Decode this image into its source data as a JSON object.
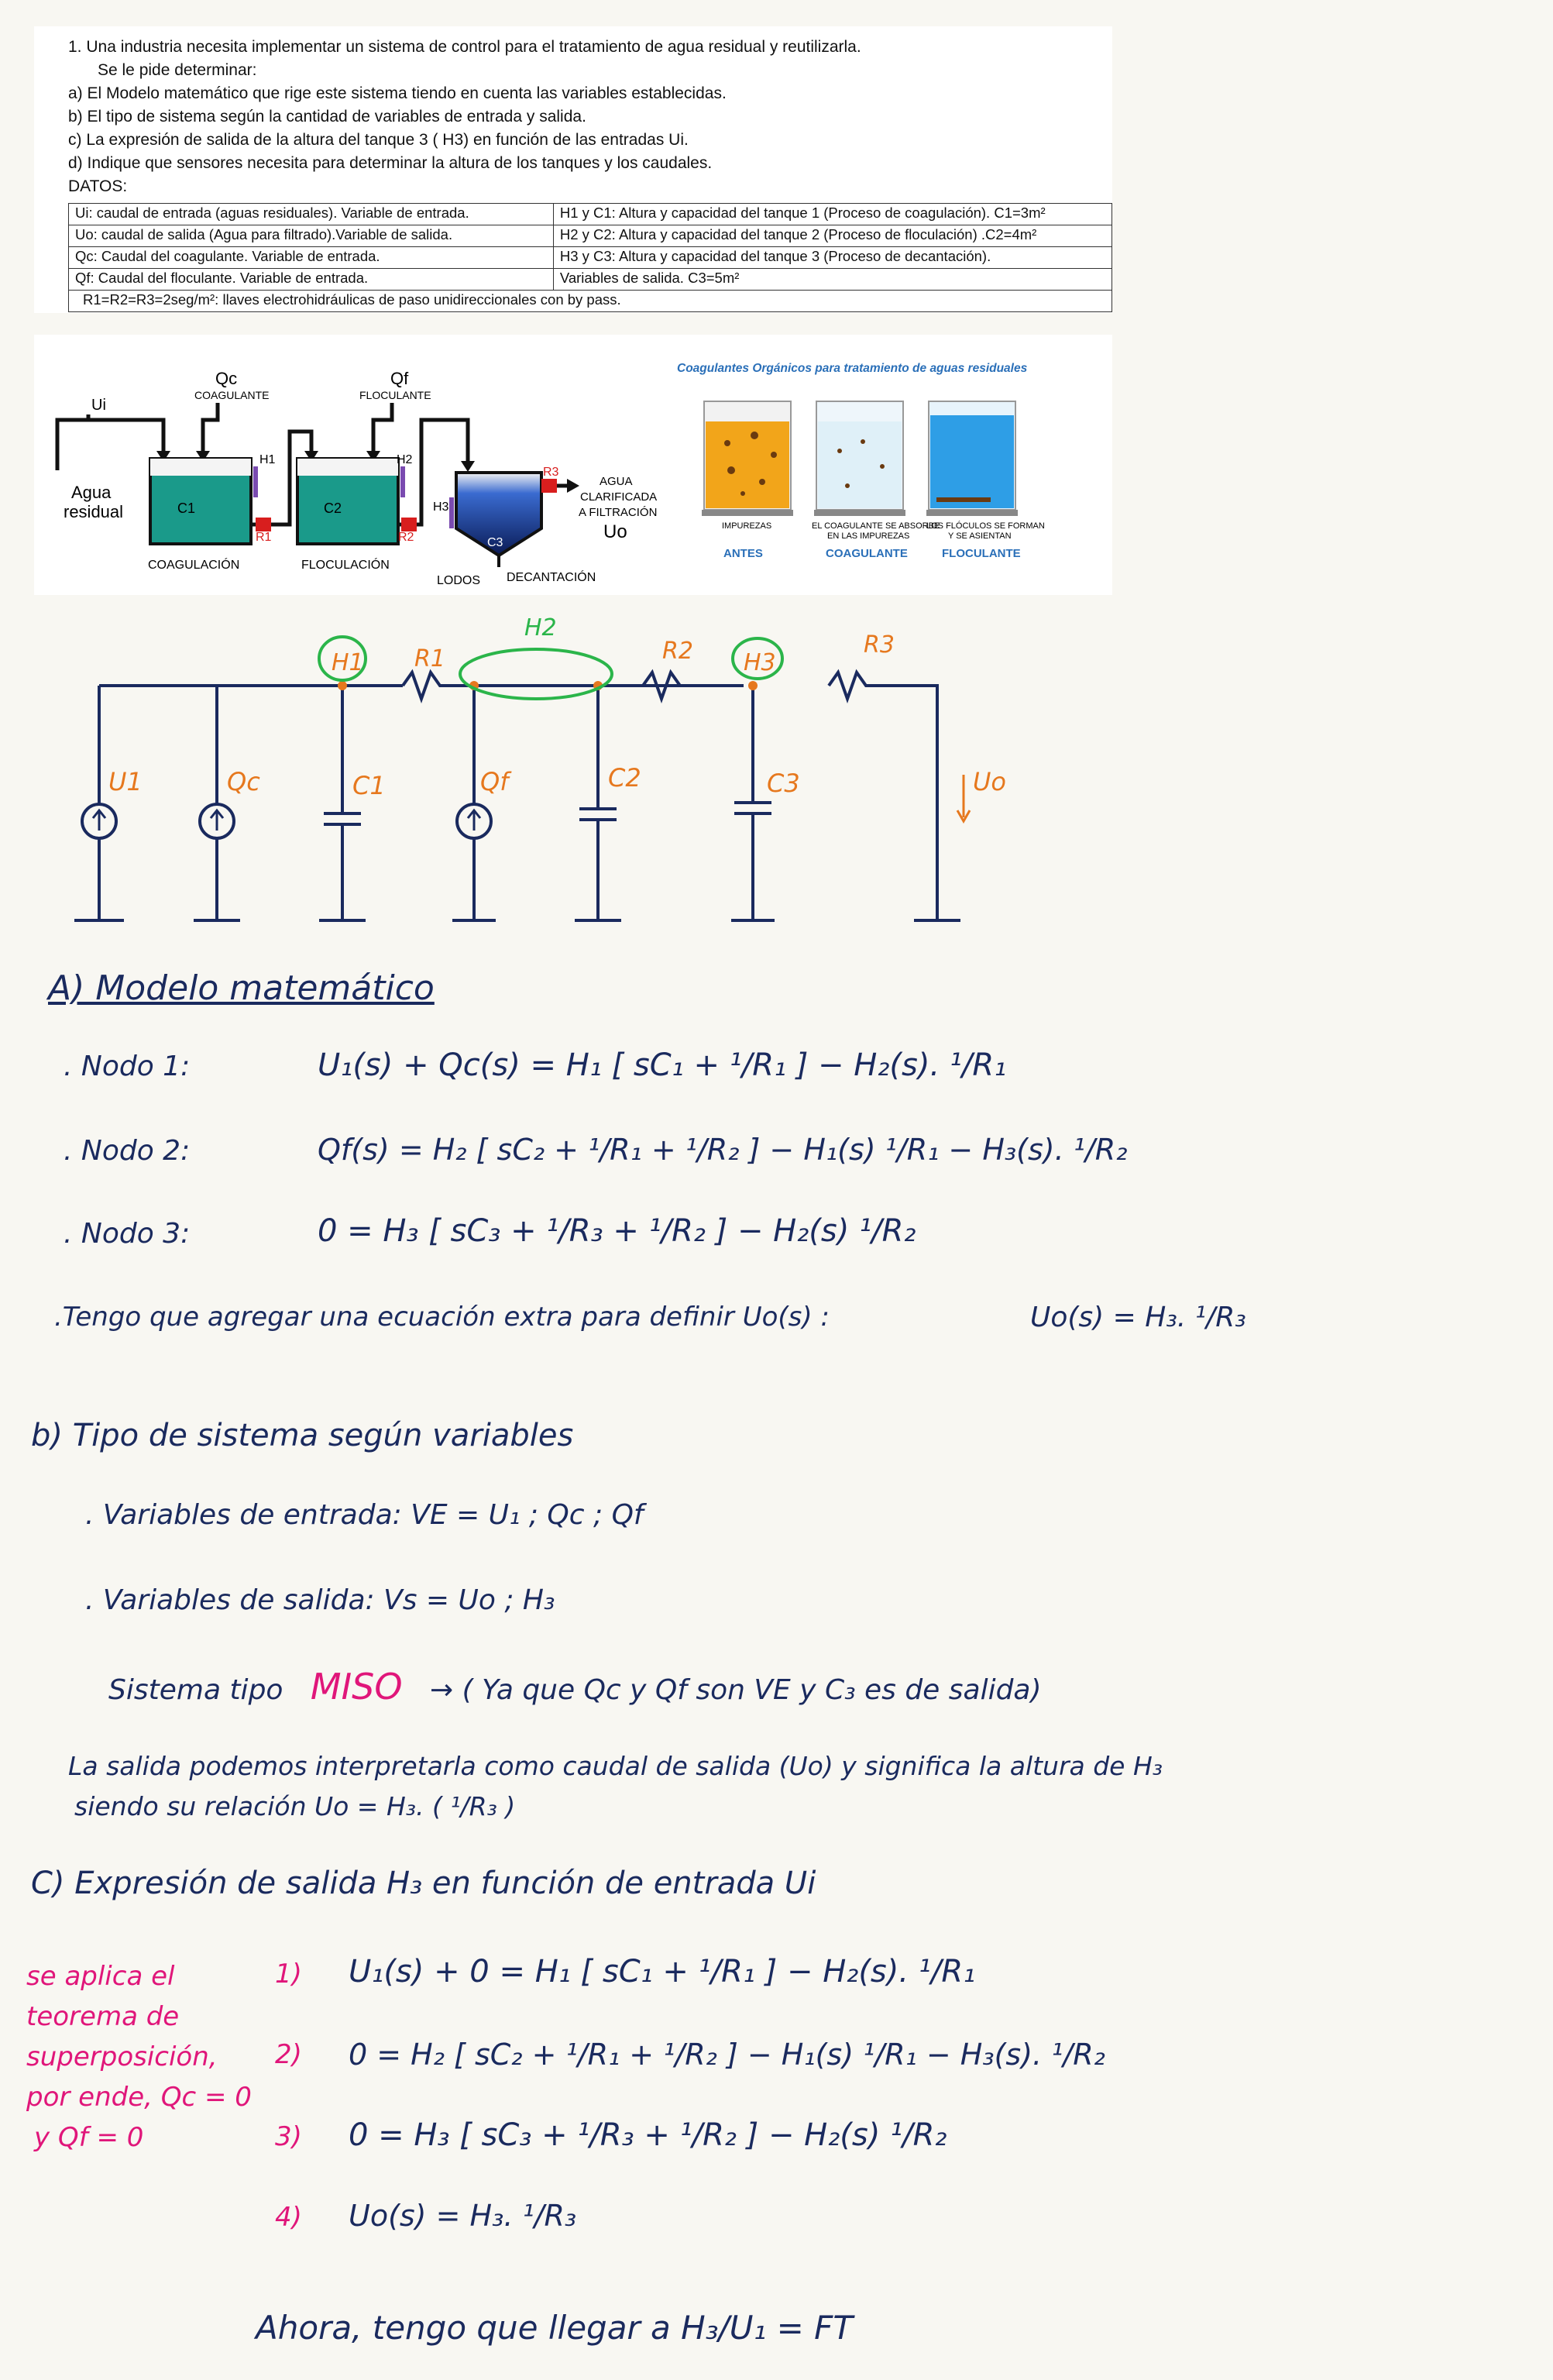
{
  "problem": {
    "lines": [
      "1.    Una industria necesita implementar un sistema de control para el tratamiento de agua residual y reutilizarla.",
      "Se le pide determinar:",
      "a) El Modelo matemático que rige este sistema tiendo en cuenta las variables establecidas.",
      "b) El tipo de sistema según la cantidad de variables de entrada y salida.",
      "c)  La expresión de salida de la altura del tanque 3 ( H3) en función de las entradas Ui.",
      "d) Indique que sensores necesita para determinar la altura de los tanques y los caudales.",
      "DATOS:"
    ],
    "table": [
      [
        "Ui: caudal de entrada (aguas residuales). Variable de entrada.",
        "H1 y C1: Altura y capacidad del tanque 1 (Proceso de coagulación). C1=3m²"
      ],
      [
        "Uo: caudal de salida (Agua para filtrado).Variable de salida.",
        "H2 y C2: Altura y capacidad del tanque 2 (Proceso de floculación) .C2=4m²"
      ],
      [
        "Qc: Caudal del coagulante. Variable de entrada.",
        "H3 y C3: Altura y capacidad del tanque 3 (Proceso de decantación)."
      ],
      [
        "Qf: Caudal del floculante. Variable de entrada.",
        "Variables de salida. C3=5m²"
      ]
    ],
    "table_footer": "R1=R2=R3=2seg/m²: llaves electrohidráulicas de paso unidireccionales con by pass."
  },
  "figure": {
    "labels": {
      "ui": "Ui",
      "qc": "Qc",
      "coagulante": "COAGULANTE",
      "qf": "Qf",
      "floculante": "FLOCULANTE",
      "agua": "Agua",
      "residual": "residual",
      "c1": "C1",
      "c2": "C2",
      "c3": "C3",
      "h1": "H1",
      "h2": "H2",
      "h3": "H3",
      "r1": "R1",
      "r2": "R2",
      "r3": "R3",
      "agua_clar": "AGUA",
      "clarificada": "CLARIFICADA",
      "a_filtracion": "A FILTRACIÓN",
      "uo": "Uo",
      "coagulacion": "COAGULACIÓN",
      "floculacion": "FLOCULACIÓN",
      "lodos": "LODOS",
      "decantacion": "DECANTACIÓN"
    },
    "side": {
      "title": "Coagulantes Orgánicos para tratamiento de aguas residuales",
      "cap1": "IMPUREZAS",
      "cap2a": "EL COAGULANTE SE ABSORBE",
      "cap2b": "EN LAS IMPUREZAS",
      "cap3a": "LOS FLÓCULOS SE FORMAN",
      "cap3b": "Y SE ASIENTAN",
      "lbl1": "ANTES",
      "lbl2": "COAGULANTE",
      "lbl3": "FLOCULANTE"
    }
  },
  "circuit": {
    "h1": "H1",
    "h2": "H2",
    "h3": "H3",
    "r1": "R1",
    "r2": "R2",
    "r3": "R3",
    "u1": "U1",
    "qc": "Qc",
    "c1": "C1",
    "qf": "Qf",
    "c2": "C2",
    "c3": "C3",
    "uo": "Uo"
  },
  "colors": {
    "ink": "#1a2a5e",
    "magenta": "#e0167a",
    "orange": "#e6781e",
    "green": "#2bb54a"
  },
  "notes": {
    "a_title": "A) Modelo matemático",
    "nodo1_label": ". Nodo 1:",
    "nodo1_eq": "U₁(s) + Qc(s) = H₁ [ sC₁ + ¹/R₁ ] − H₂(s). ¹/R₁",
    "nodo2_label": ". Nodo 2:",
    "nodo2_eq": "Qf(s) = H₂ [ sC₂ + ¹/R₁ + ¹/R₂ ] − H₁(s) ¹/R₁ − H₃(s). ¹/R₂",
    "nodo3_label": ". Nodo 3:",
    "nodo3_eq": "0 = H₃ [ sC₃ + ¹/R₃ + ¹/R₂ ] − H₂(s) ¹/R₂",
    "extra": ".Tengo que agregar una ecuación extra para definir Uo(s) :",
    "extra_eq": "Uo(s) = H₃. ¹/R₃",
    "b_title": "b) Tipo de sistema según variables",
    "b_entrada": ". Variables de entrada:  VE = U₁ ; Qc ; Qf",
    "b_salida": ". Variables de salida:  Vs = Uo ; H₃",
    "b_sistema_pre": "Sistema tipo",
    "b_miso": "MISO",
    "b_sistema_post": "→ ( Ya que  Qc y Qf son VE   y   C₃ es de salida)",
    "b_interp1": "La salida podemos interpretarla como caudal de salida (Uo)  y  significa la altura de H₃",
    "b_interp2": "siendo su relación    Uo = H₃. ( ¹/R₃ )",
    "c_title": "C) Expresión de salida H₃  en función de   entrada Ui",
    "c_side": [
      "se aplica el",
      "teorema de",
      "superposición,",
      "por ende, Qc = 0",
      "y  Qf = 0"
    ],
    "c_n1": "1)",
    "c_eq1": "U₁(s) +  0    = H₁ [ sC₁ + ¹/R₁ ] − H₂(s). ¹/R₁",
    "c_n2": "2)",
    "c_eq2": "0      = H₂ [ sC₂ + ¹/R₁ + ¹/R₂ ] − H₁(s) ¹/R₁ − H₃(s). ¹/R₂",
    "c_n3": "3)",
    "c_eq3": "0 =  H₃ [ sC₃ + ¹/R₃ + ¹/R₂ ] − H₂(s) ¹/R₂",
    "c_n4": "4)",
    "c_eq4": "Uo(s) = H₃. ¹/R₃",
    "final": "Ahora, tengo que llegar a  H₃/U₁ = FT"
  }
}
